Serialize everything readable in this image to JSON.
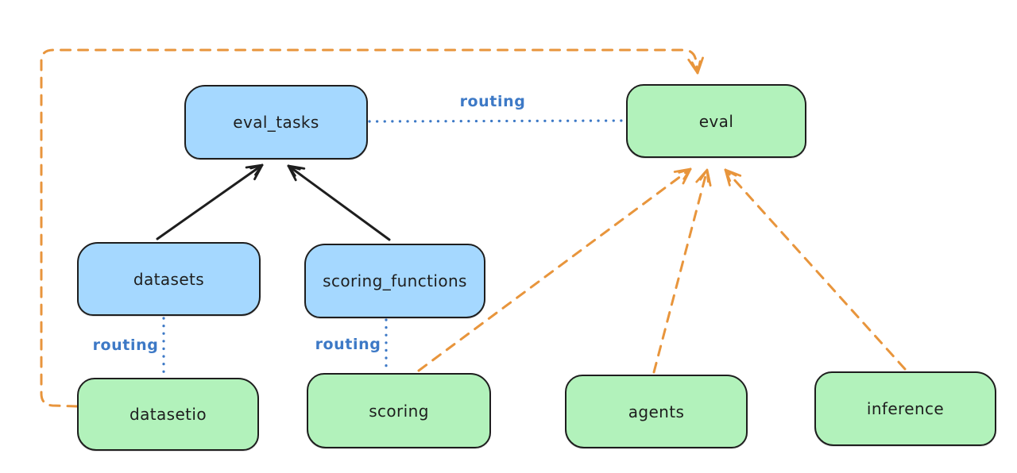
{
  "diagram": {
    "title": "api-providers-routing-diagram",
    "colors": {
      "background": "#ffffff",
      "api_node_fill": "#a5d8ff",
      "provider_node_fill": "#b2f2bb",
      "node_stroke": "#1e1e1e",
      "routing_color": "#3d79c6",
      "provider_arrow_color": "#e8953c",
      "dependency_arrow_color": "#1e1e1e"
    },
    "nodes": [
      {
        "id": "eval_tasks",
        "label": "eval_tasks",
        "kind": "api"
      },
      {
        "id": "eval",
        "label": "eval",
        "kind": "provider"
      },
      {
        "id": "datasets",
        "label": "datasets",
        "kind": "api"
      },
      {
        "id": "scoring_functions",
        "label": "scoring_functions",
        "kind": "api"
      },
      {
        "id": "datasetio",
        "label": "datasetio",
        "kind": "provider"
      },
      {
        "id": "scoring",
        "label": "scoring",
        "kind": "provider"
      },
      {
        "id": "agents",
        "label": "agents",
        "kind": "provider"
      },
      {
        "id": "inference",
        "label": "inference",
        "kind": "provider"
      }
    ],
    "edges": [
      {
        "from": "datasets",
        "to": "eval_tasks",
        "style": "solid-black-arrow"
      },
      {
        "from": "scoring_functions",
        "to": "eval_tasks",
        "style": "solid-black-arrow"
      },
      {
        "from": "eval_tasks",
        "to": "eval",
        "style": "dotted-blue",
        "label": "routing"
      },
      {
        "from": "datasets",
        "to": "datasetio",
        "style": "dotted-blue",
        "label": "routing"
      },
      {
        "from": "scoring_functions",
        "to": "scoring",
        "style": "dotted-blue",
        "label": "routing"
      },
      {
        "from": "datasetio",
        "to": "eval",
        "style": "dashed-orange-arrow"
      },
      {
        "from": "scoring",
        "to": "eval",
        "style": "dashed-orange-arrow"
      },
      {
        "from": "agents",
        "to": "eval",
        "style": "dashed-orange-arrow"
      },
      {
        "from": "inference",
        "to": "eval",
        "style": "dashed-orange-arrow"
      }
    ],
    "edge_labels": {
      "eval_tasks_eval": "routing",
      "datasets_datasetio": "routing",
      "scoring_functions_scoring": "routing"
    }
  }
}
